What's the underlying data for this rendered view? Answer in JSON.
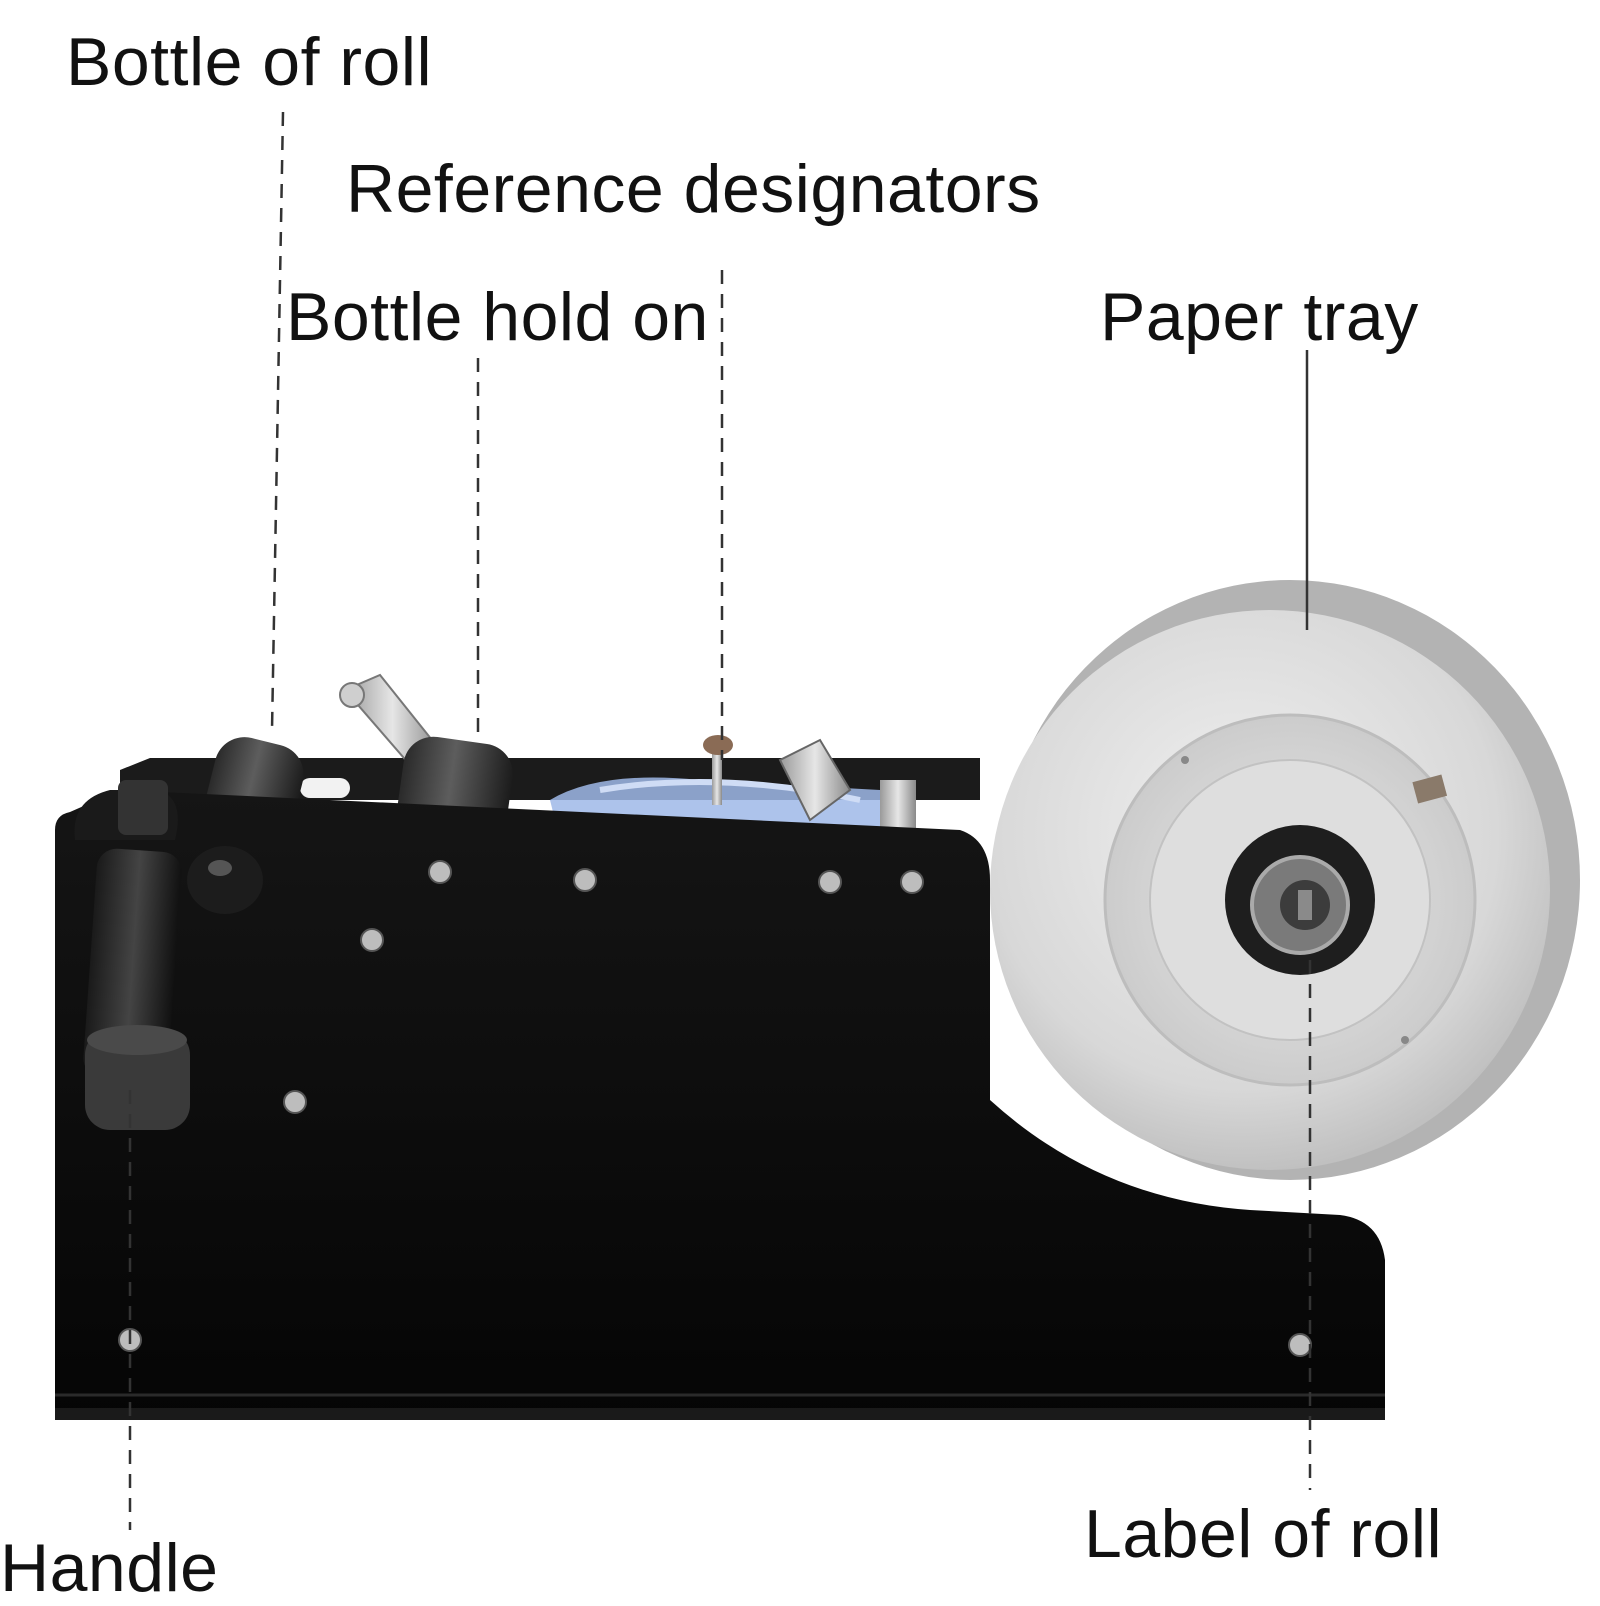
{
  "callouts": {
    "bottle_of_roll": "Bottle of roll",
    "reference_designators": "Reference designators",
    "bottle_hold_on": "Bottle hold on",
    "paper_tray": "Paper tray",
    "label_of_roll": "Label of roll",
    "handle": "Handle"
  },
  "colors": {
    "background": "#ffffff",
    "machine_body": "#0b0b0b",
    "paper_tray": "#dcdcdc",
    "label_backing": "#9fb8e8",
    "leader_line": "#333333",
    "text": "#111111"
  }
}
